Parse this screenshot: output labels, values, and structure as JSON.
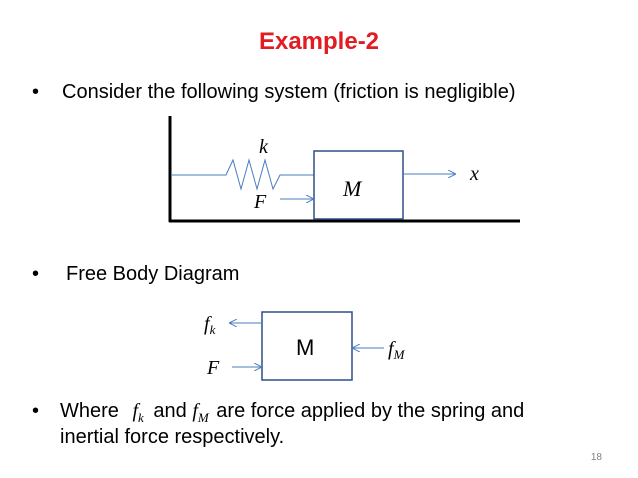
{
  "slide": {
    "title": "Example-2",
    "page_number": "18",
    "accent_color": "#e31b23",
    "box_color": "#2e4f87",
    "arrow_color": "#4a7cc0"
  },
  "bullets": {
    "b1": "Consider the following system (friction is negligible)",
    "b2": "Free Body Diagram",
    "b3_where": "Where",
    "b3_and": "and",
    "b3_rest": "are force applied by the spring and",
    "b3_line2": "inertial force respectively.",
    "b3_sym1": "f",
    "b3_sym1_sub": "k",
    "b3_sym2": "f",
    "b3_sym2_sub": "M"
  },
  "system_diagram": {
    "spring_label": "k",
    "mass_label": "M",
    "force_label": "F",
    "displacement_label": "x"
  },
  "fbd": {
    "mass_label": "M",
    "fk_label": "f",
    "fk_sub": "k",
    "force_label": "F",
    "fm_label": "f",
    "fm_sub": "M"
  }
}
